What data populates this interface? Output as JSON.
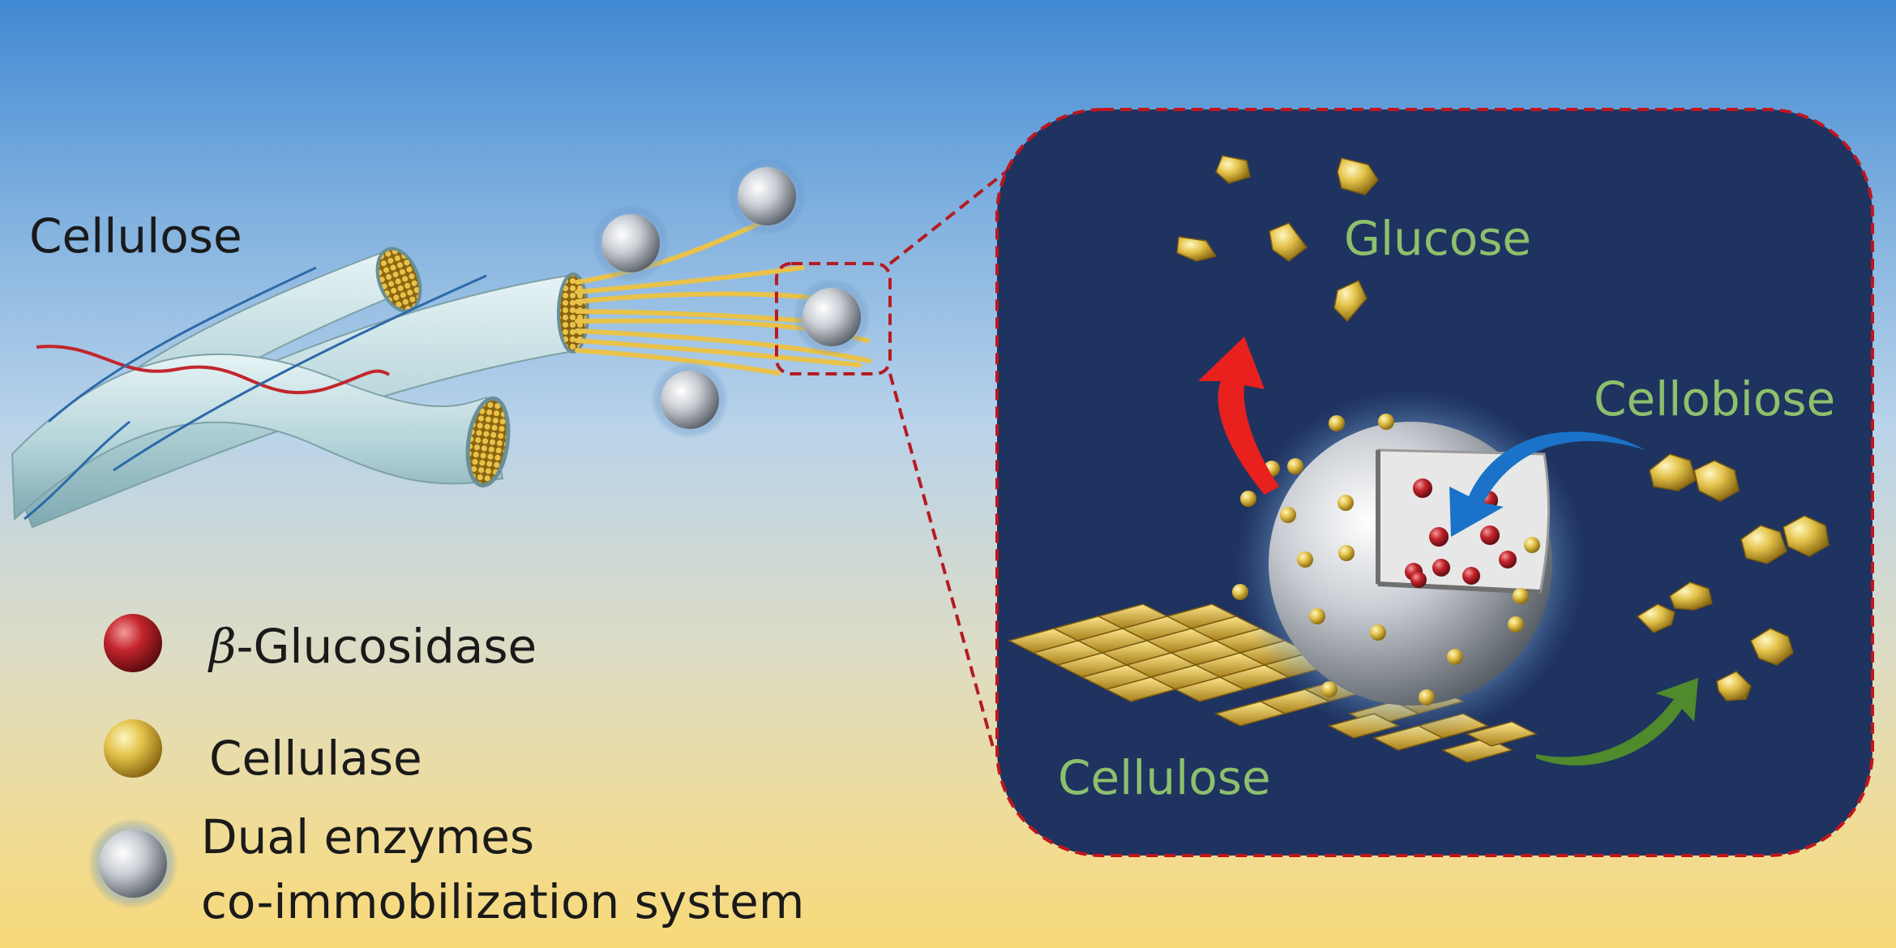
{
  "labels": {
    "cellulose_fiber": "Cellulose",
    "glucose": "Glucose",
    "cellobiose": "Cellobiose",
    "cellulose_inset": "Cellulose"
  },
  "legend": {
    "beta_prefix": "β",
    "beta_suffix": "-Glucosidase",
    "cellulase": "Cellulase",
    "dual_line1": "Dual enzymes",
    "dual_line2": "co-immobilization system"
  },
  "colors": {
    "inset_background": "#1f3360",
    "inset_border": "#c0151d",
    "label_green": "#8dc06c",
    "glucosidase_red": "#c3242b",
    "cellulase_gold": "#e3c24a",
    "arrow_red": "#e8201e",
    "arrow_blue": "#1a73c8",
    "arrow_green": "#4f8a2c"
  }
}
